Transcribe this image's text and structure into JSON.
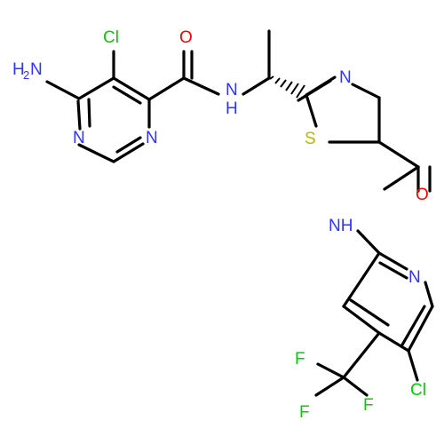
{
  "molecule": {
    "atom_labels": {
      "amino": {
        "main": "H",
        "sub": "2",
        "tail": "N"
      },
      "chloro_pyrimidine": "Cl",
      "carbonyl_oxygen_1": "O",
      "amide_nh_1": {
        "top": "N",
        "bottom": "H"
      },
      "pyrimidine_n1": "N",
      "pyrimidine_n3": "N",
      "thiazole_n": "N",
      "thiazole_s": "S",
      "carbonyl_oxygen_2": "O",
      "amide_nh_2": "NH",
      "pyridine_n": "N",
      "chloro_pyridine": "Cl",
      "fluorine_top": "F",
      "fluorine_left": "F",
      "fluorine_right": "F"
    },
    "colors": {
      "bond": "#000000",
      "nitrogen": "#3232ff",
      "oxygen": "#ff0000",
      "chlorine": "#00cc00",
      "sulfur": "#b8b800",
      "fluorine": "#00cc00"
    }
  }
}
